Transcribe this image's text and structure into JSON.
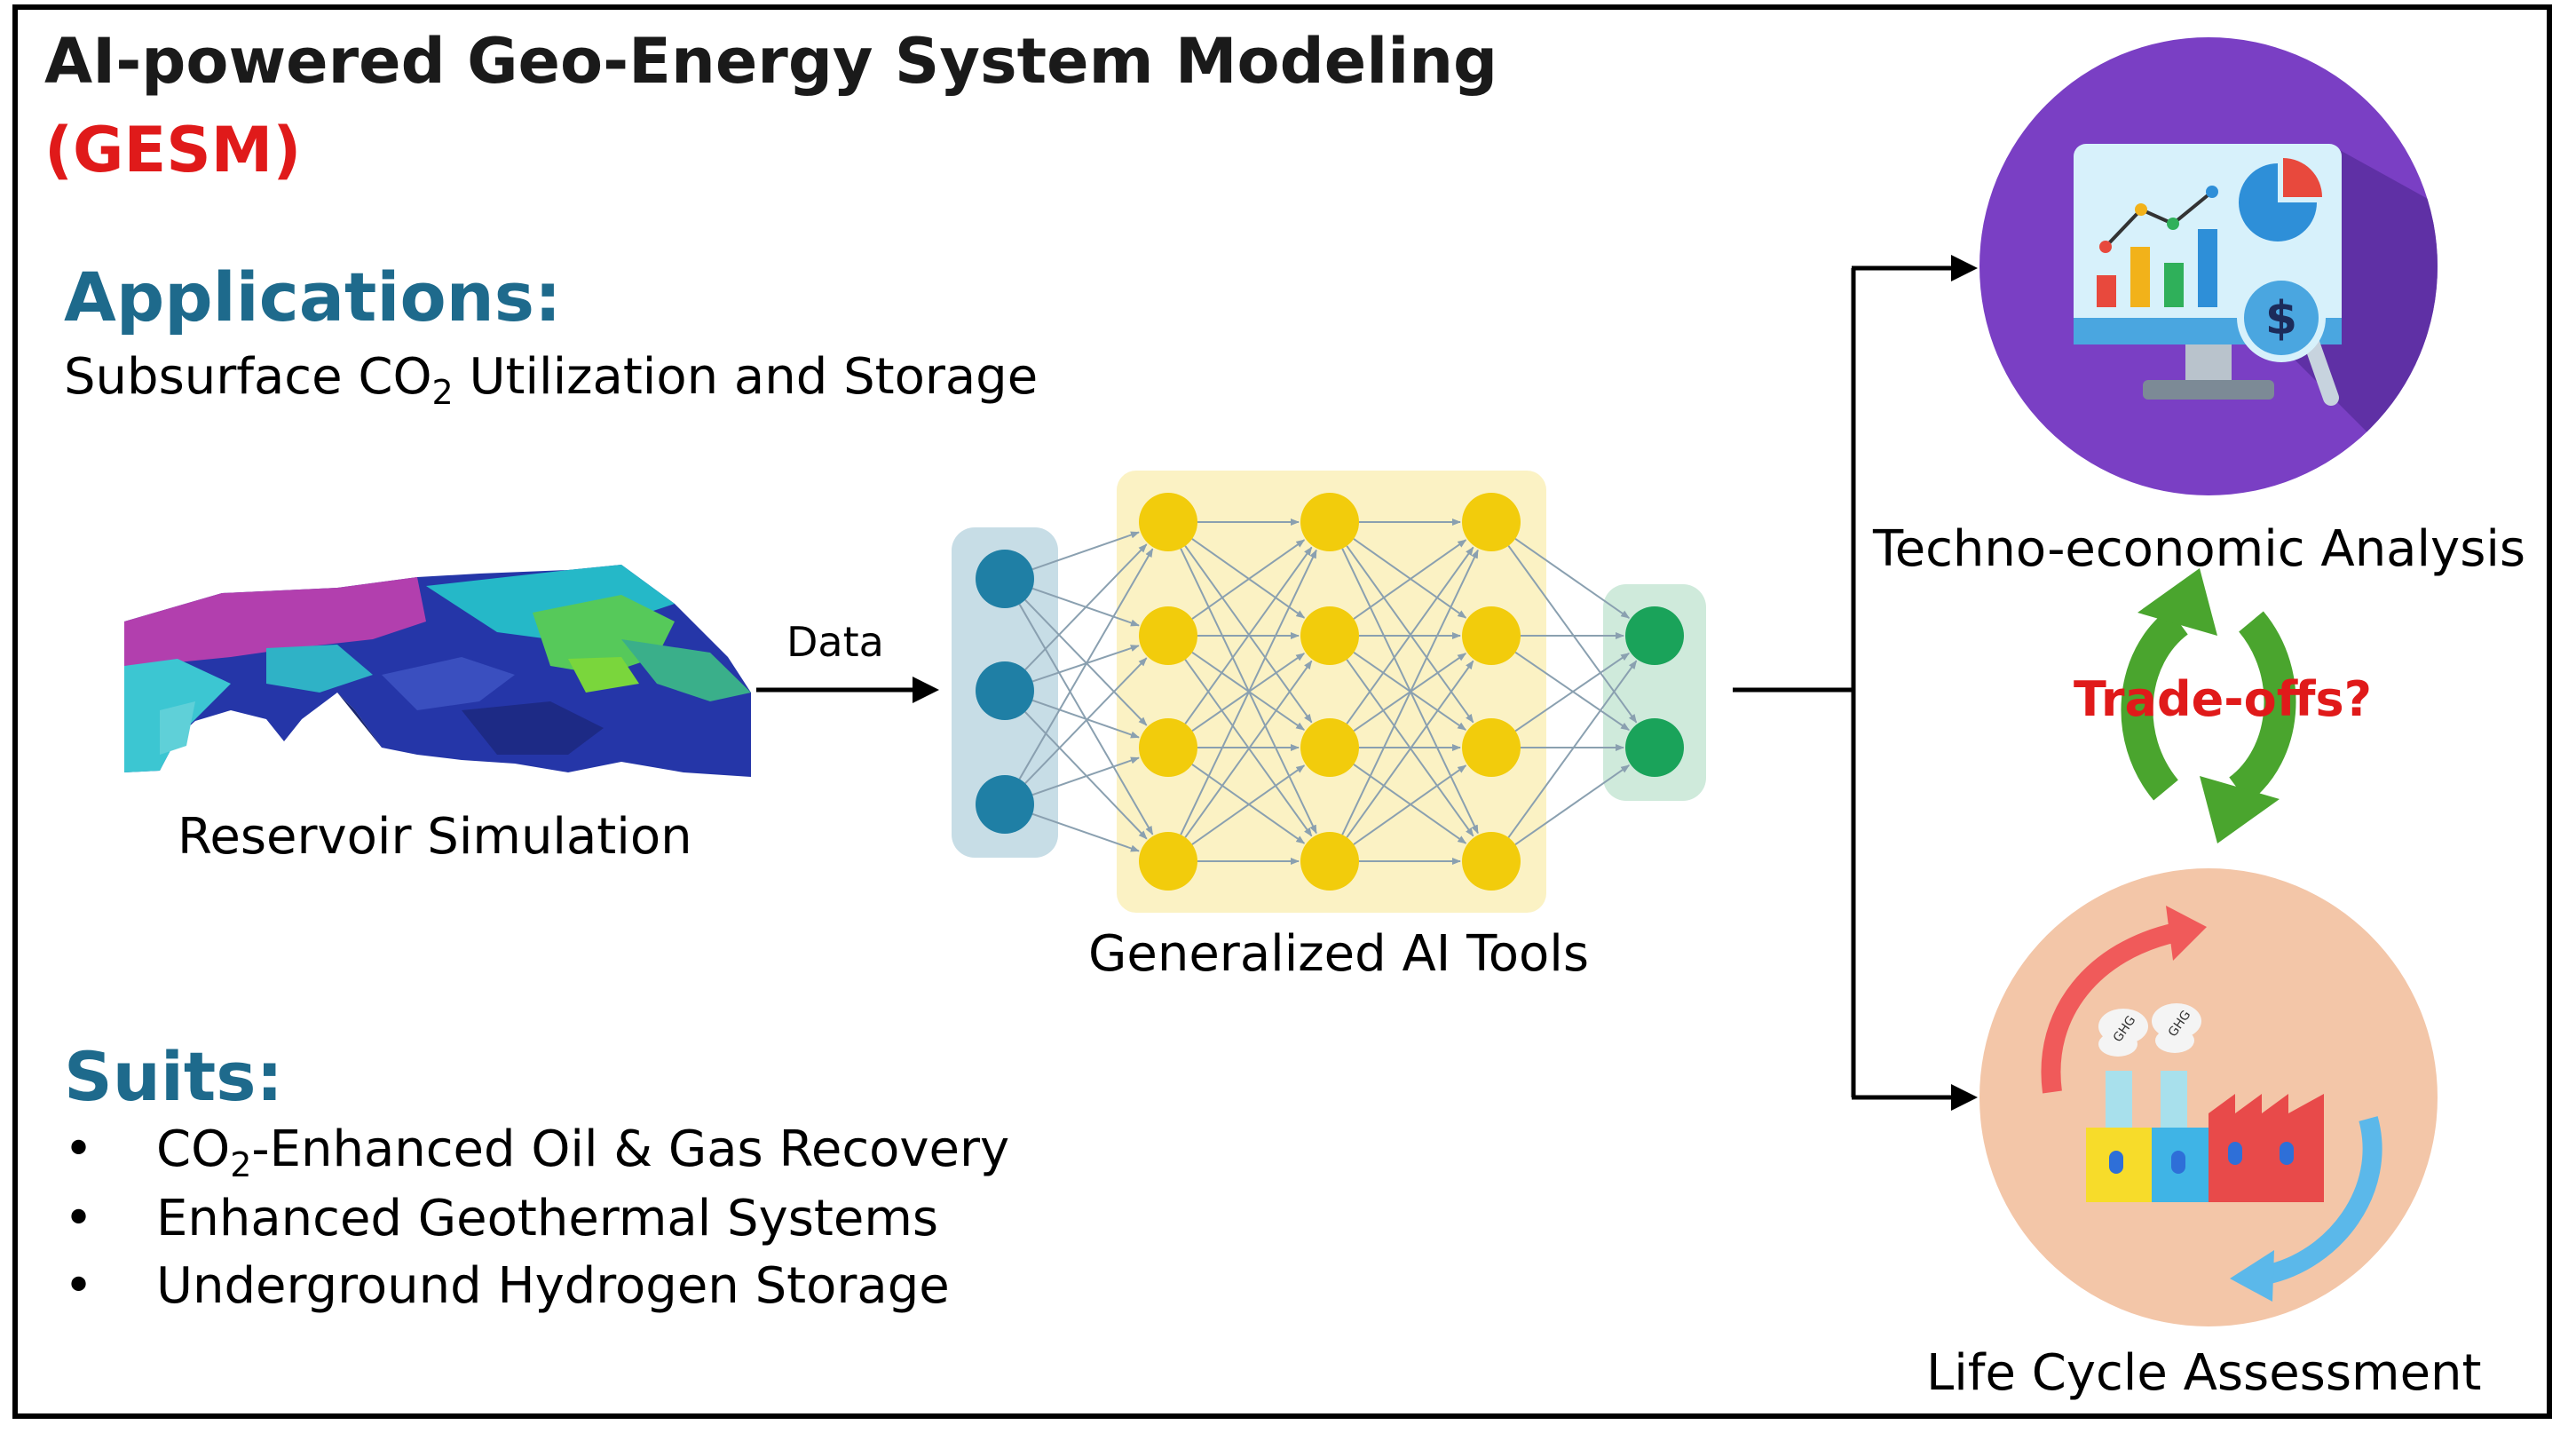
{
  "title": "AI-powered Geo-Energy System Modeling",
  "subtitle": "(GESM)",
  "applications": {
    "heading": "Applications:",
    "text_before": "Subsurface CO",
    "text_sub": "2",
    "text_after": " Utilization and Storage"
  },
  "suits": {
    "heading": "Suits:",
    "bullet_char": "•",
    "items": [
      {
        "before": "CO",
        "sub": "2",
        "after": "-Enhanced Oil & Gas Recovery"
      },
      {
        "before": "Enhanced Geothermal Systems",
        "sub": "",
        "after": ""
      },
      {
        "before": "Underground Hydrogen Storage",
        "sub": "",
        "after": ""
      }
    ]
  },
  "reservoir_label": "Reservoir Simulation",
  "data_label": "Data",
  "ai_label": "Generalized AI Tools",
  "tea_label": "Techno-economic Analysis",
  "lca_label": "Life Cycle Assessment",
  "tradeoff_label": "Trade-offs?",
  "ghg_label": "GHG",
  "icons": {
    "reservoir": "reservoir-3d-model-icon",
    "network": "neural-network-icon",
    "tea": "monitor-dashboard-icon",
    "lca": "factory-emissions-icon",
    "cycle": "cycle-arrows-icon"
  },
  "colors": {
    "heading": "#1e6a8c",
    "accent_red": "#e01a1a",
    "input_node": "#1f7fa5",
    "hidden_node": "#f2cc0c",
    "output_node": "#1aa35a",
    "tea_circle": "#7a3fc4",
    "lca_circle": "#f3c6a8",
    "cycle_arrow": "#4aa52e"
  }
}
